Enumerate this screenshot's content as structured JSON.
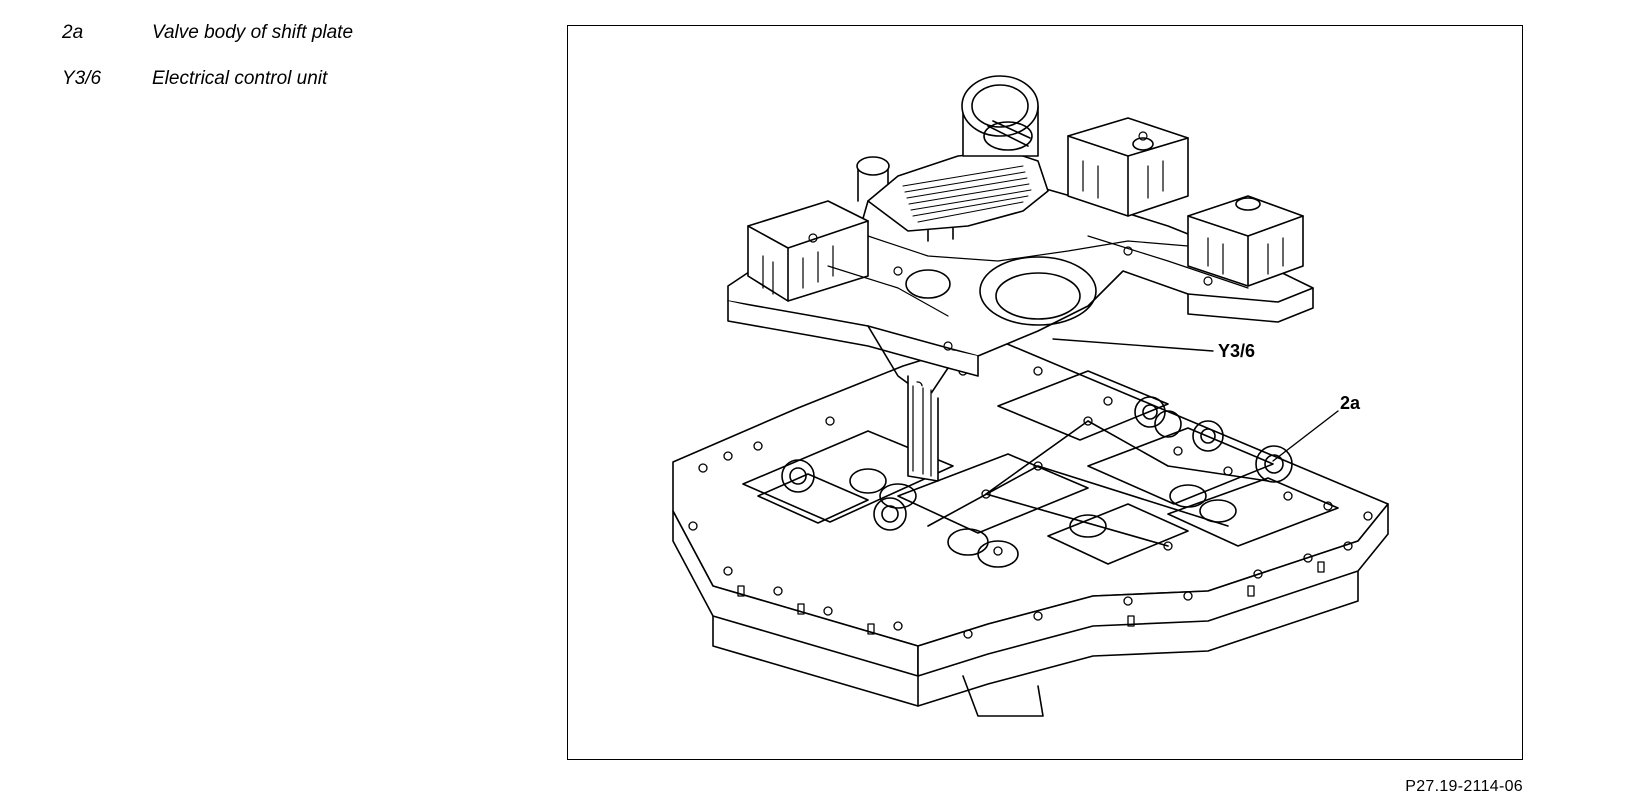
{
  "legend": {
    "items": [
      {
        "key": "2a",
        "description": "Valve body of shift plate"
      },
      {
        "key": "Y3/6",
        "description": "Electrical control unit"
      }
    ]
  },
  "diagram": {
    "callouts": {
      "y36": "Y3/6",
      "a2": "2a"
    }
  },
  "figure_id": "P27.19-2114-06"
}
